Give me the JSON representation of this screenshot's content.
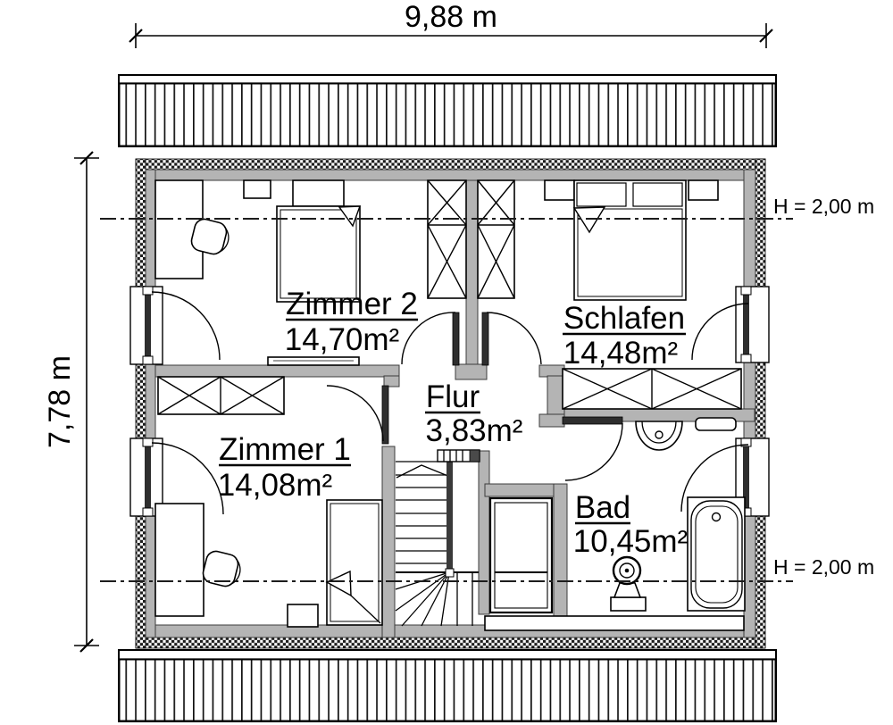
{
  "dimensions": {
    "width": "9,88 m",
    "height": "7,78 m",
    "knee_wall_top": "H = 2,00 m",
    "knee_wall_bottom": "H = 2,00 m"
  },
  "rooms": [
    {
      "name": "Zimmer 2",
      "area": "14,70m²"
    },
    {
      "name": "Schlafen",
      "area": "14,48m²"
    },
    {
      "name": "Zimmer 1",
      "area": "14,08m²"
    },
    {
      "name": "Flur",
      "area": "3,83m²"
    },
    {
      "name": "Bad",
      "area": "10,45m²"
    }
  ],
  "colors": {
    "wall_fill": "#b4b4b4",
    "line": "#000000",
    "background": "#ffffff"
  }
}
